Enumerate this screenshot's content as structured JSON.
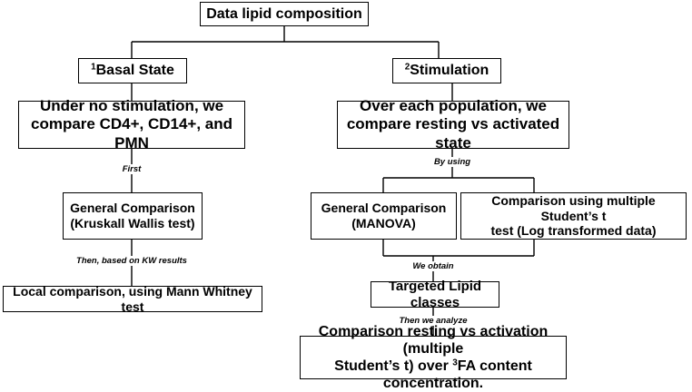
{
  "root": {
    "text": "Data lipid composition"
  },
  "left": {
    "heading_num": "1",
    "heading": "Basal State",
    "desc_line1": "Under no stimulation, we",
    "desc_line2": "compare CD4+, CD14+, and PMN",
    "label_first": "First",
    "general_line1": "General Comparison",
    "general_line2": "(Kruskall Wallis test)",
    "label_then": "Then, based on KW results",
    "local": "Local comparison, using Mann Whitney test"
  },
  "right": {
    "heading_num": "2",
    "heading": "Stimulation",
    "desc_line1": "Over each population, we",
    "desc_line2": "compare resting vs activated state",
    "label_using": "By using",
    "manova_line1": "General Comparison",
    "manova_line2": "(MANOVA)",
    "ttest_line1": "Comparison using multiple Student’s t",
    "ttest_line2": "test (Log transformed data)",
    "label_obtain": "We obtain",
    "targeted": "Targeted Lipid classes",
    "label_analyze": "Then we analyze",
    "final_line1": "Comparison resting vs activation (multiple",
    "final_line2_a": "Student’s t) over ",
    "final_sup": "3",
    "final_line2_b": "FA content concentration."
  }
}
